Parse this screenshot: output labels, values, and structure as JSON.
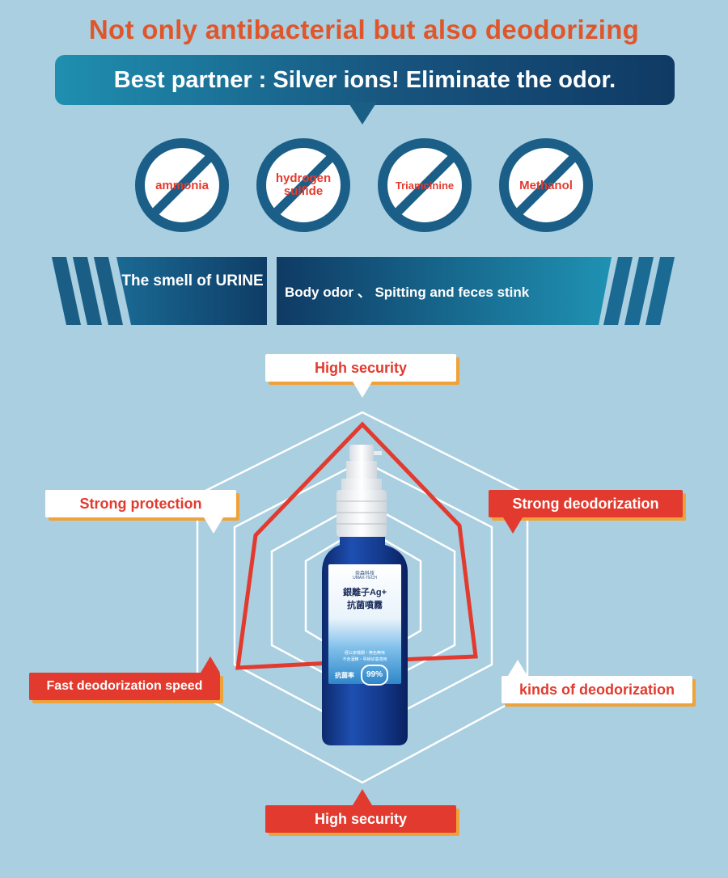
{
  "headline": "Not only antibacterial but also deodorizing",
  "banner_text": "Best partner : Silver ions! Eliminate the odor.",
  "badges": [
    {
      "label": "ammonia"
    },
    {
      "label": "hydrogen sulfide"
    },
    {
      "label": "Triamcinine"
    },
    {
      "label": "Methanol"
    }
  ],
  "strip": {
    "urine": "The smell of URINE",
    "odor": "Body odor 、 Spitting and feces stink"
  },
  "features": {
    "top": "High security",
    "left_upper": "Strong protection",
    "right_upper": "Strong deodorization",
    "left_lower": "Fast deodorization speed",
    "right_lower": "kinds of deodorization",
    "bottom": "High security"
  },
  "bottle_label": {
    "brand": "奈森科技",
    "brand_en": "UMAX-TECH",
    "title1": "銀離子Ag+",
    "title2": "抗菌噴霧",
    "desc1": "經公家機關・無色無味",
    "desc2": "不含酒精・孕婦幼童適用",
    "rate_label": "抗菌率",
    "rate_value": "99%"
  },
  "colors": {
    "accent_red": "#e23a2e",
    "headline_orange": "#e0562a",
    "banner_blue": "#17547e",
    "background": "#a9cfe0"
  }
}
